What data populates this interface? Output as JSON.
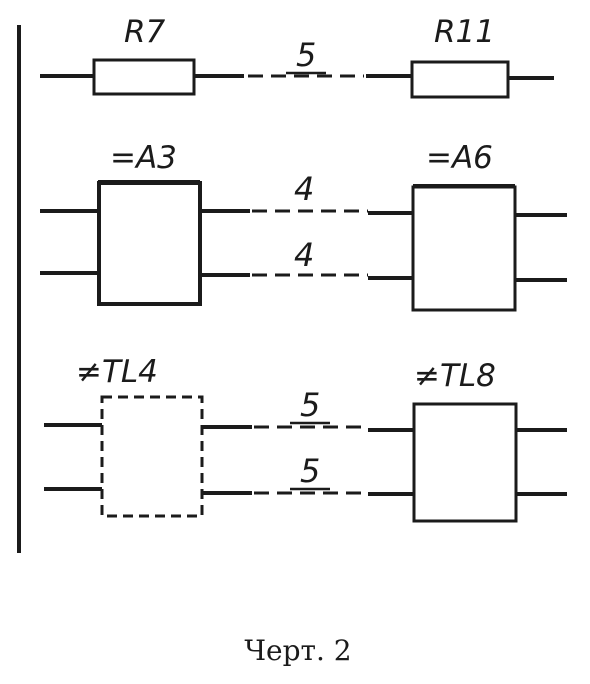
{
  "components": {
    "r7": "R7",
    "r11": "R11",
    "a3": "=A3",
    "a6": "=A6",
    "tl4": "≠TL4",
    "tl8": "≠TL8"
  },
  "connections": {
    "resistor_link": "5",
    "a_link_top": "4",
    "a_link_bottom": "4",
    "tl_link_top": "5",
    "tl_link_bottom": "5"
  },
  "caption": "Черт. 2"
}
